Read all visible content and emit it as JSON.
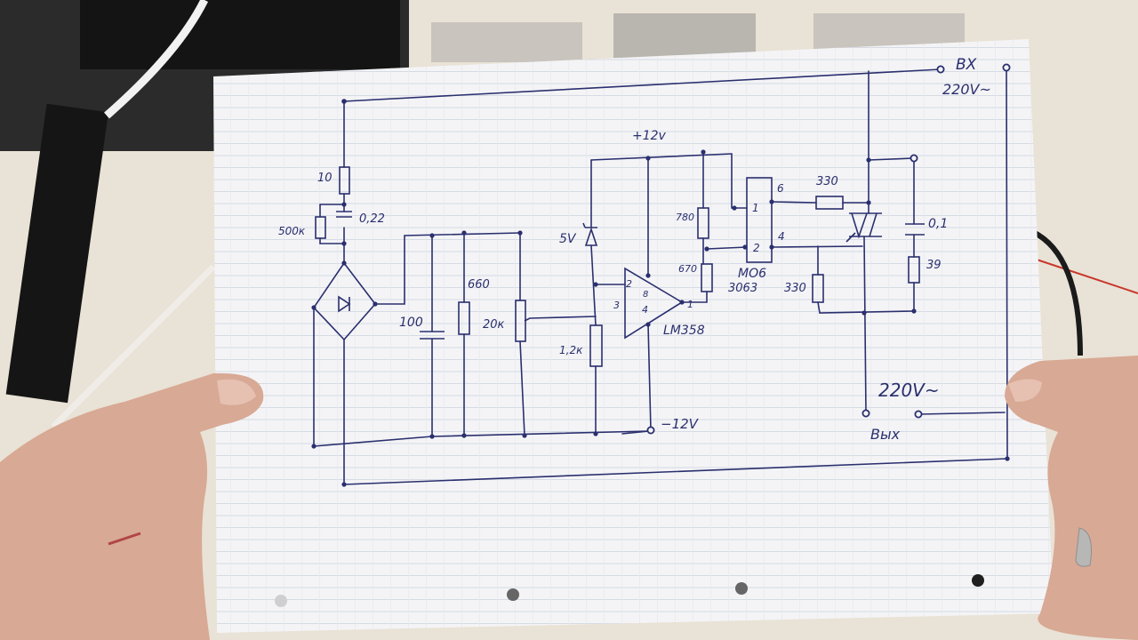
{
  "labels": {
    "input_title": "BX",
    "input_voltage": "220V~",
    "output_voltage": "220V~",
    "output_title": "Вых",
    "r_10": "10",
    "c_022": "0,22",
    "r_500k": "500к",
    "r_660": "660",
    "c_100": "100",
    "pot_20k": "20к",
    "zener_5v": "5V",
    "r_12k": "1,2к",
    "plus_12v": "+12v",
    "minus_12v": "−12V",
    "opamp": "LM358",
    "pin_2": "2",
    "pin_3": "3",
    "pin_8": "8",
    "pin_4": "4",
    "pin_1": "1",
    "r_780": "780",
    "r_670": "670",
    "opto_name": "MO6",
    "opto_num": "3063",
    "opto_pin1": "1",
    "opto_pin2": "2",
    "opto_pin6": "6",
    "opto_pin4": "4",
    "r_330_top": "330",
    "r_330_gate": "330",
    "c_01": "0,1",
    "r_39": "39"
  },
  "colors": {
    "ink": "#2a2f6e",
    "paper": "#f4f4f6",
    "grid_line": "#cfd3e0",
    "skin": "#d8a994",
    "desk": "#e9e2d6"
  }
}
